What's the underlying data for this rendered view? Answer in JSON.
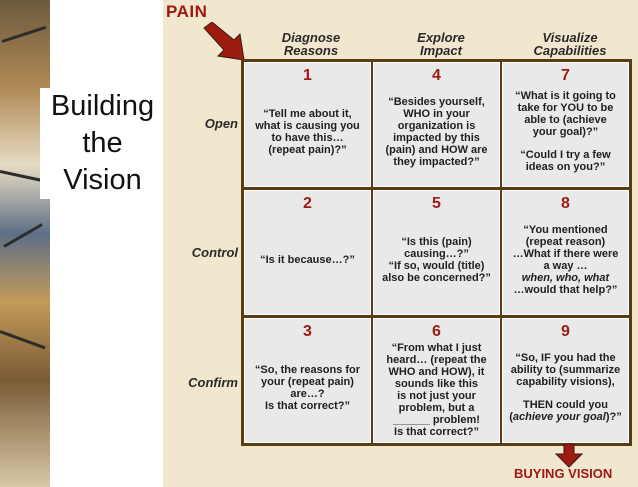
{
  "side_title": [
    "Building",
    "the",
    "Vision"
  ],
  "pain_label": "PAIN",
  "buying_label": "BUYING VISION",
  "columns": [
    {
      "line1": "Diagnose",
      "line2": "Reasons"
    },
    {
      "line1": "Explore",
      "line2": "Impact"
    },
    {
      "line1": "Visualize",
      "line2": "Capabilities"
    }
  ],
  "rows": [
    "Open",
    "Control",
    "Confirm"
  ],
  "cells": [
    {
      "num": "1",
      "paras": [
        "“Tell me about it,",
        "what is causing you",
        "to have this…",
        "(repeat pain)?”"
      ]
    },
    {
      "num": "4",
      "paras": [
        "“Besides yourself,",
        "WHO in your",
        "organization is",
        "impacted by this",
        "(pain) and HOW are",
        "they impacted?”"
      ]
    },
    {
      "num": "7",
      "paras": [
        "“What is it going to",
        "take for YOU to be",
        "able to (achieve",
        "your goal)?”"
      ],
      "paras2": [
        "“Could I try a few",
        "ideas on you?”"
      ]
    },
    {
      "num": "2",
      "paras": [
        "“Is it because…?”"
      ]
    },
    {
      "num": "5",
      "paras": [
        "“Is this (pain)",
        "causing…?”",
        "“If so, would (title)",
        "also be concerned?”"
      ]
    },
    {
      "num": "8",
      "paras": [
        "“You mentioned",
        "(repeat reason)",
        "…What if there were",
        "a way …"
      ],
      "em": "when, who, what",
      "tail": "…would that help?”"
    },
    {
      "num": "3",
      "paras": [
        "“So, the reasons  for",
        "your (repeat pain)",
        "are…?",
        "Is that correct?”"
      ]
    },
    {
      "num": "6",
      "paras": [
        "“From what I just",
        "heard… (repeat the",
        "WHO and HOW), it",
        "sounds like this",
        "is not just your",
        "problem, but a",
        "______ problem!",
        "Is that correct?”"
      ]
    },
    {
      "num": "9",
      "paras": [
        "“So, IF you had the",
        "ability to (summarize",
        "capability visions),"
      ],
      "paras2": [
        "THEN could you"
      ],
      "last_pre": "(",
      "last_em": "achieve your goal",
      "last_post": ")?”"
    }
  ],
  "colors": {
    "accent": "#a11810",
    "grid": "#5a3b12",
    "cell": "#e9e9ea",
    "slide": "#f1e7cf"
  }
}
